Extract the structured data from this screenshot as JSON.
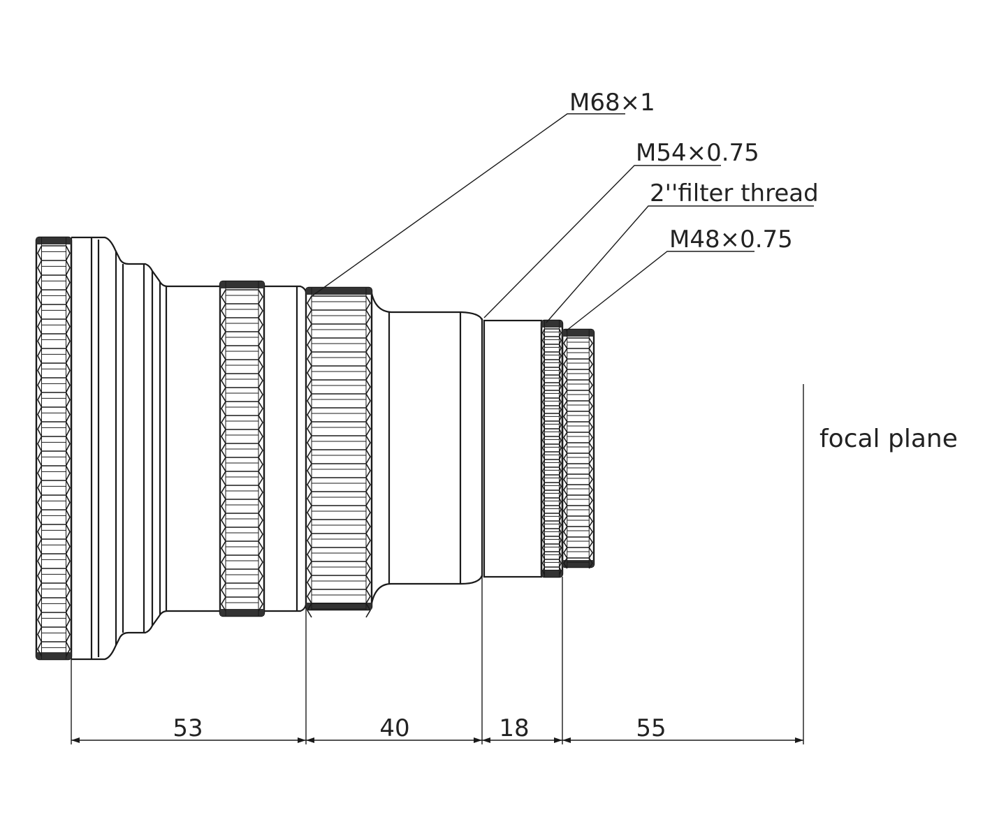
{
  "callouts": {
    "m68": "M68×1",
    "m54": "M54×0.75",
    "filter": "2''filter thread",
    "m48": "M48×0.75"
  },
  "focal_plane_label": "focal plane",
  "dimensions": [
    "53",
    "40",
    "18",
    "55"
  ],
  "units_note_colors": {
    "line": "#1a1a1a",
    "background": "#ffffff"
  }
}
